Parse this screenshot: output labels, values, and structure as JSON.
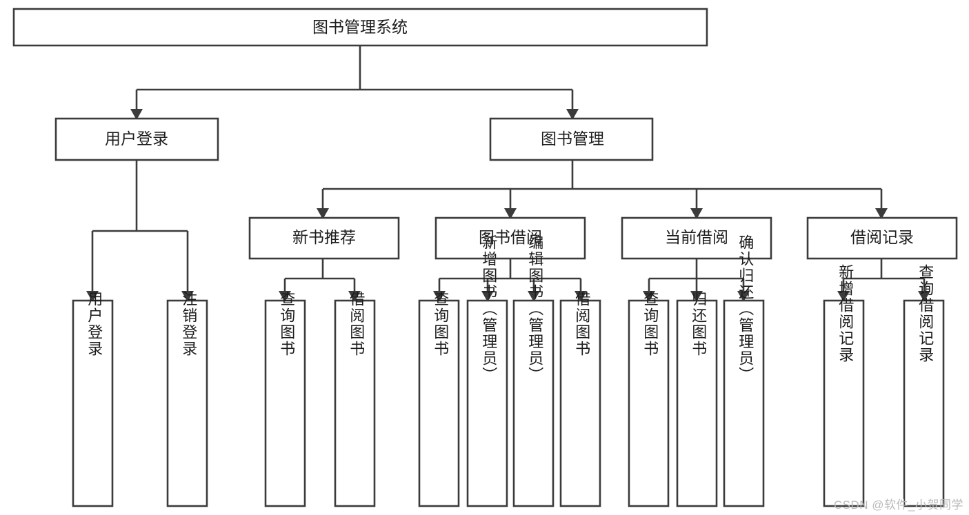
{
  "diagram": {
    "type": "tree-hierarchy-diagram",
    "title": "图书管理系统",
    "colors": {
      "background": "#ffffff",
      "box_fill": "#ffffff",
      "box_stroke": "#3b3b3b",
      "connector": "#3b3b3b",
      "text": "#1d1d1d",
      "watermark": "#b9b9b9"
    },
    "levels": {
      "root": {
        "label": "图书管理系统",
        "orientation": "horizontal"
      },
      "level2": [
        {
          "label": "用户登录",
          "orientation": "horizontal"
        },
        {
          "label": "图书管理",
          "orientation": "horizontal"
        }
      ],
      "level3": [
        {
          "label": "新书推荐",
          "orientation": "horizontal"
        },
        {
          "label": "图书借阅",
          "orientation": "horizontal"
        },
        {
          "label": "当前借阅",
          "orientation": "horizontal"
        },
        {
          "label": "借阅记录",
          "orientation": "horizontal"
        }
      ],
      "leaves": [
        {
          "label": "用户登录",
          "parent": "用户登录",
          "orientation": "vertical"
        },
        {
          "label": "注销登录",
          "parent": "用户登录",
          "orientation": "vertical"
        },
        {
          "label": "查询图书",
          "parent": "新书推荐",
          "orientation": "vertical"
        },
        {
          "label": "借阅图书",
          "parent": "新书推荐",
          "orientation": "vertical"
        },
        {
          "label": "查询图书",
          "parent": "图书借阅",
          "orientation": "vertical"
        },
        {
          "label": "新增图书（管理员）",
          "parent": "图书借阅",
          "orientation": "vertical"
        },
        {
          "label": "编辑图书（管理员）",
          "parent": "图书借阅",
          "orientation": "vertical"
        },
        {
          "label": "借阅图书",
          "parent": "图书借阅",
          "orientation": "vertical"
        },
        {
          "label": "查询图书",
          "parent": "当前借阅",
          "orientation": "vertical"
        },
        {
          "label": "归还图书",
          "parent": "当前借阅",
          "orientation": "vertical"
        },
        {
          "label": "确认归还（管理员）",
          "parent": "当前借阅",
          "orientation": "vertical"
        },
        {
          "label": "新增借阅记录",
          "parent": "借阅记录",
          "orientation": "vertical"
        },
        {
          "label": "查询借阅记录",
          "parent": "借阅记录",
          "orientation": "vertical"
        }
      ]
    }
  },
  "watermark": {
    "text": "CSDN @软件_小贺同学"
  }
}
